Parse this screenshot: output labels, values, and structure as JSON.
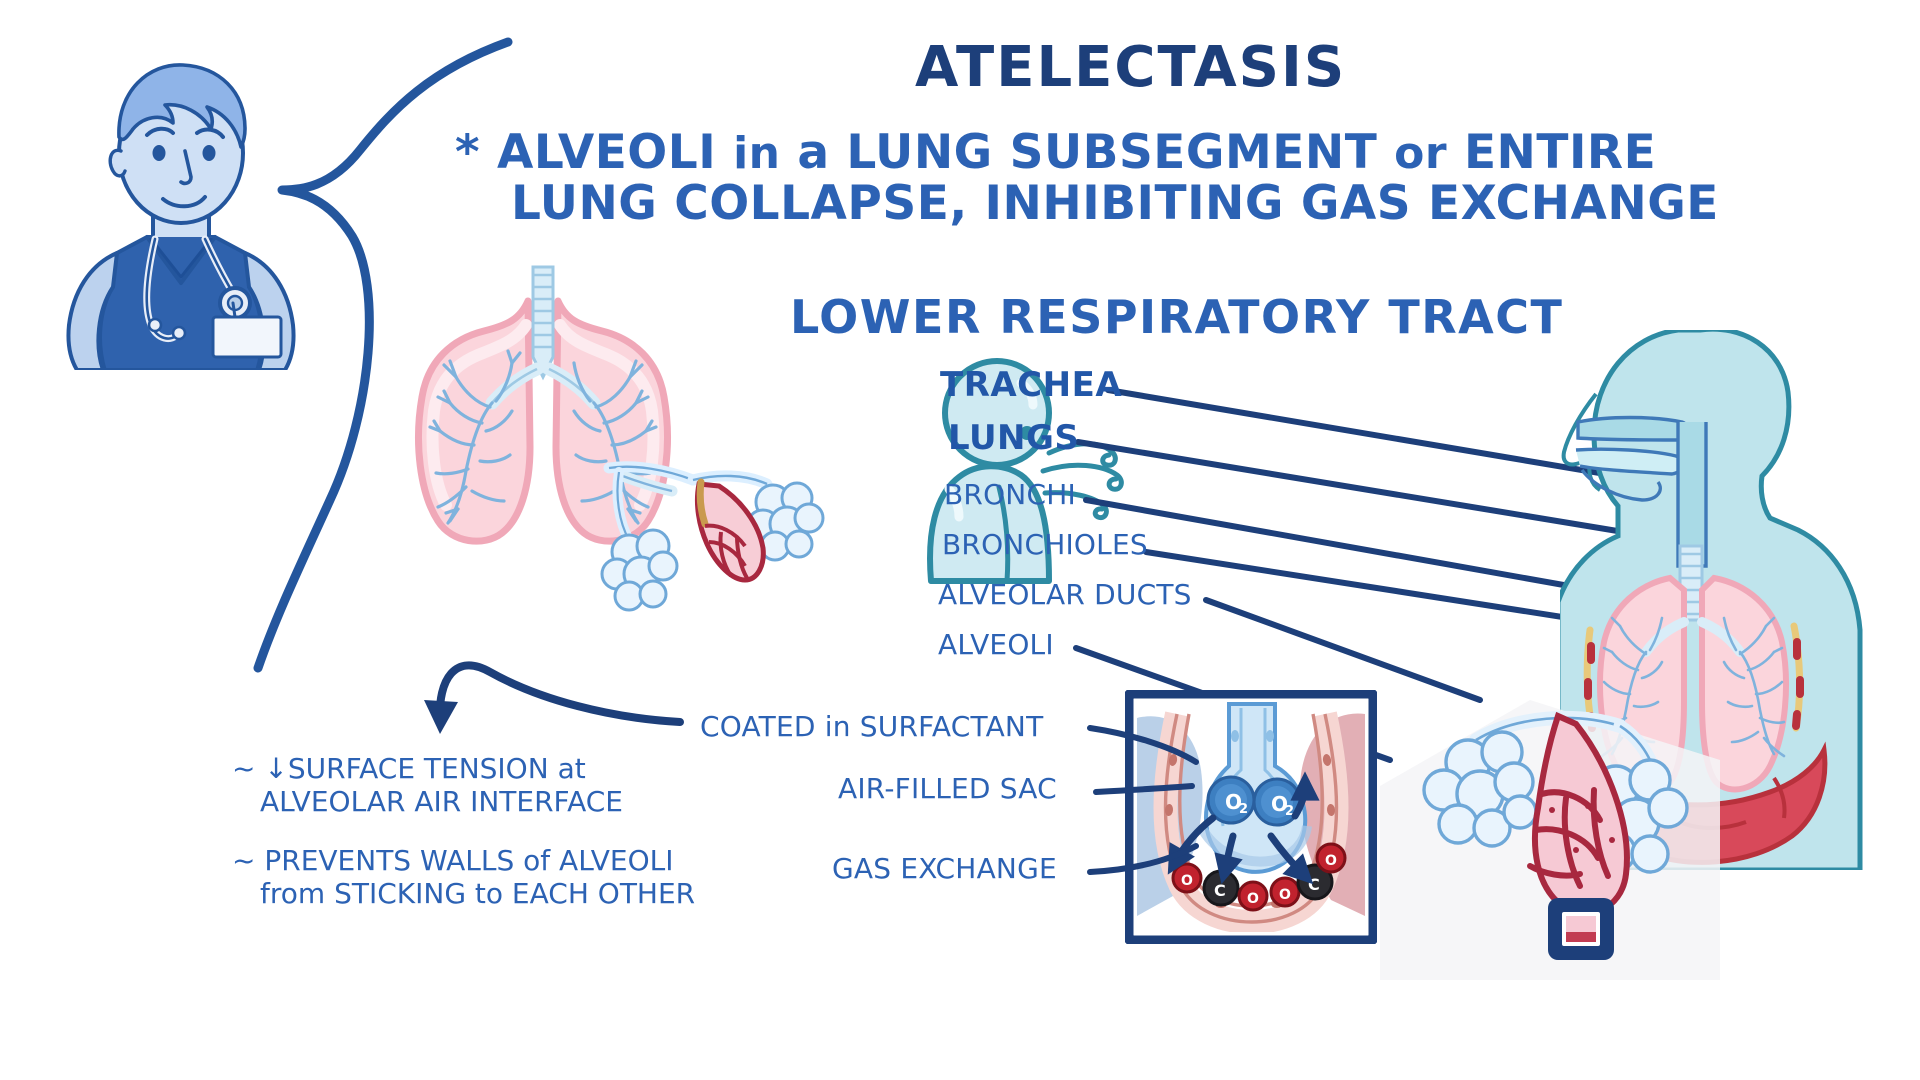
{
  "page": {
    "title": "ATELECTASIS",
    "background": "#ffffff",
    "accent_dark": "#1d3f7a",
    "accent_blue": "#2c62b4",
    "accent_teal": "#2e8ba3",
    "lung_pink": "#f3b9c4",
    "capillary_red": "#b02a43",
    "body_blue": "#bfe4ec"
  },
  "headline": {
    "bullet": "*",
    "line1_a": "ALVEOLI ",
    "line1_in": "in",
    "line1_b": " a LUNG SUBSEGMENT ",
    "line1_or": "or",
    "line1_c": " ENTIRE",
    "line2": "LUNG COLLAPSE, INHIBITING GAS EXCHANGE"
  },
  "section": {
    "title": "LOWER RESPIRATORY TRACT"
  },
  "anatomy_labels": [
    {
      "id": "trachea",
      "text": "TRACHEA",
      "emphasis": "large"
    },
    {
      "id": "lungs",
      "text": "LUNGS",
      "emphasis": "large"
    },
    {
      "id": "bronchi",
      "text": "BRONCHI",
      "emphasis": "small"
    },
    {
      "id": "bronchioles",
      "text": "BRONCHIOLES",
      "emphasis": "small"
    },
    {
      "id": "alveolar-ducts",
      "text": "ALVEOLAR DUCTS",
      "emphasis": "small"
    },
    {
      "id": "alveoli",
      "text": "ALVEOLI",
      "emphasis": "small"
    }
  ],
  "alveolus_labels": [
    {
      "id": "coated-in-surfactant",
      "pre": "COATED ",
      "lc": "in",
      "post": " SURFACTANT"
    },
    {
      "id": "air-filled-sac",
      "pre": "AIR-FILLED SAC",
      "lc": "",
      "post": ""
    },
    {
      "id": "gas-exchange",
      "pre": "GAS EXCHANGE",
      "lc": "",
      "post": ""
    }
  ],
  "surfactant_notes": [
    {
      "id": "surface-tension",
      "marker": "~",
      "arrow": "↓",
      "line1_a": "SURFACE TENSION ",
      "line1_lc": "at",
      "line2": "ALVEOLAR AIR INTERFACE"
    },
    {
      "id": "prevents-sticking",
      "marker": "~",
      "arrow": "",
      "line1_a": "PREVENTS WALLS ",
      "line1_lc": "of",
      "line1_b": " ALVEOLI",
      "line2_lc": "from",
      "line2_a": " STICKING ",
      "line2_lc2": "to",
      "line2_b": " EACH OTHER"
    }
  ],
  "molecules": {
    "oxygen_left": "O",
    "oxygen_left_sub": "2",
    "oxygen_right": "O",
    "oxygen_right_sub": "2",
    "carbon": "C",
    "oxide": "O"
  },
  "icons": {
    "doctor": "doctor-icon",
    "lungs": "lungs-icon",
    "breathing_person": "breathing-person-icon",
    "body_anatomy": "body-anatomy-icon",
    "alveolus_inset": "alveolus-inset-icon",
    "zoom_marker": "zoom-marker-icon"
  }
}
